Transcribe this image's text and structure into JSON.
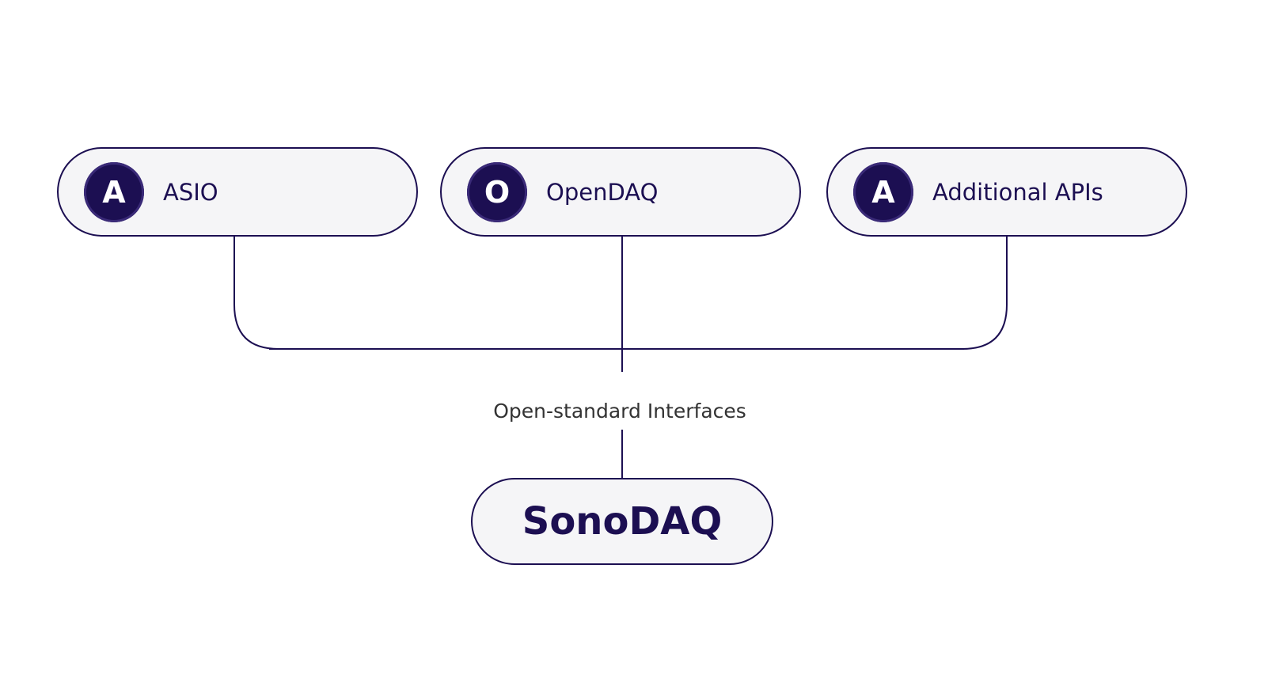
{
  "diagram": {
    "apis": [
      {
        "badge": "A",
        "label": "ASIO",
        "icon": "asio-badge-icon"
      },
      {
        "badge": "O",
        "label": "OpenDAQ",
        "icon": "opendaq-badge-icon"
      },
      {
        "badge": "A",
        "label": "Additional APIs",
        "icon": "additional-apis-badge-icon"
      }
    ],
    "connector_label": "Open-standard Interfaces",
    "core": {
      "label": "SonoDAQ"
    }
  },
  "colors": {
    "line": "#1c0f52",
    "badge_fill": "#1c0f52",
    "pill_fill": "#f5f5f7",
    "accent": "#2aa8e0"
  }
}
